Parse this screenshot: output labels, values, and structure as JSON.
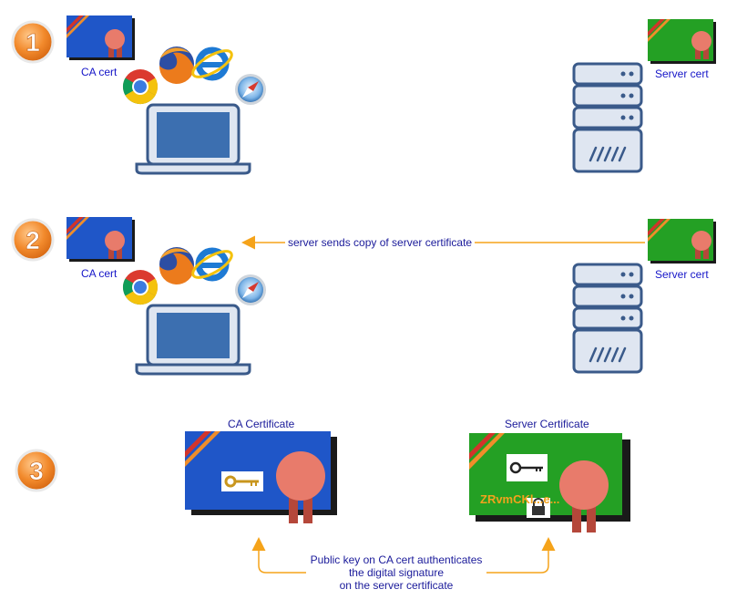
{
  "steps": [
    {
      "number": "1",
      "ca_label": "CA cert",
      "server_label": "Server cert"
    },
    {
      "number": "2",
      "ca_label": "CA cert",
      "server_label": "Server cert",
      "arrow_text": "server sends copy of server certificate"
    },
    {
      "number": "3",
      "ca_title": "CA Certificate",
      "server_title": "Server Certificate",
      "signature_text": "ZRvmCKl...e..."
    }
  ],
  "bottom_caption": {
    "line1": "Public key on CA cert authenticates",
    "line2": "the digital signature",
    "line3": "on the server certificate"
  },
  "colors": {
    "ca_blue": "#1f56c8",
    "server_green": "#24a024",
    "arrow_orange": "#f5a31a",
    "seal": "#e87b6b",
    "stripe_red": "#d2342a",
    "stripe_orange": "#ef8d2a",
    "server_body": "#dfe6f1",
    "server_stroke": "#3a5a8a",
    "laptop_screen": "#3c6fb0"
  },
  "icons": [
    "browser-chrome-icon",
    "browser-firefox-icon",
    "browser-ie-icon",
    "browser-safari-icon",
    "laptop-icon",
    "server-icon",
    "key-icon",
    "lock-icon",
    "seal-icon"
  ]
}
